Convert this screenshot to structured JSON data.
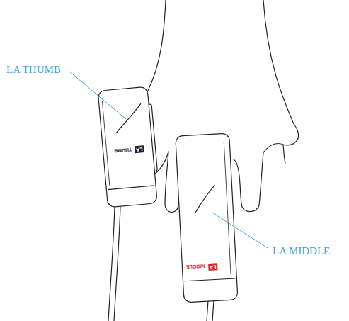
{
  "diagram": {
    "labels": [
      "LA THUMB",
      "LA MIDDLE",
      "LA",
      "THUMB",
      "LA",
      "MIDDLE"
    ]
  }
}
